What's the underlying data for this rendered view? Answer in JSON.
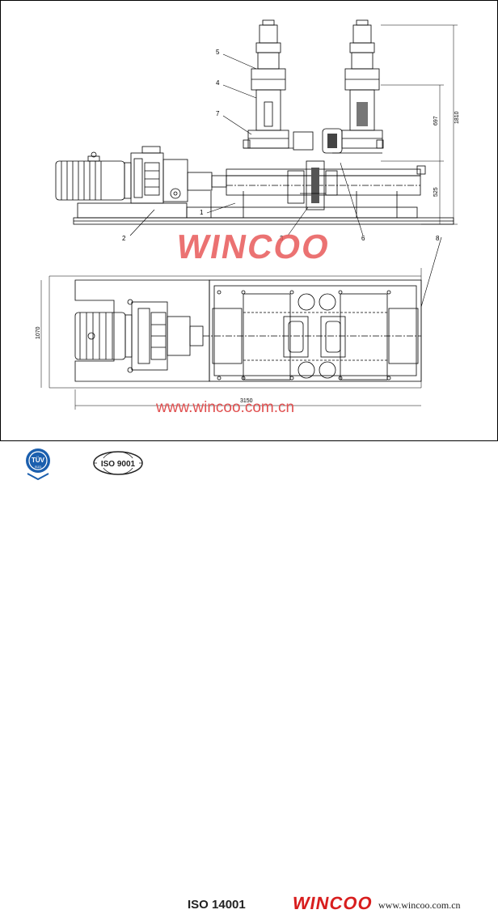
{
  "callouts": [
    "5",
    "4",
    "7",
    "1",
    "2",
    "3",
    "6",
    "8"
  ],
  "dimensions": {
    "total_height": "1810",
    "upper_height": "697",
    "lower_height": "525",
    "width": "1070",
    "length": "3150"
  },
  "watermark": {
    "logo": "WINCOO",
    "url": "www.wincoo.com.cn"
  },
  "footer": {
    "tuv": "TÜV",
    "tuv_sub": "SÜD",
    "iso9001": "ISO 9001",
    "iso14001": "ISO 14001",
    "brand": "WINCOO",
    "website": "www.wincoo.com.cn"
  },
  "colors": {
    "line": "#000000",
    "watermark": "#e85a5a",
    "brand": "#d81e1e",
    "tuv_blue": "#1b5fae"
  }
}
